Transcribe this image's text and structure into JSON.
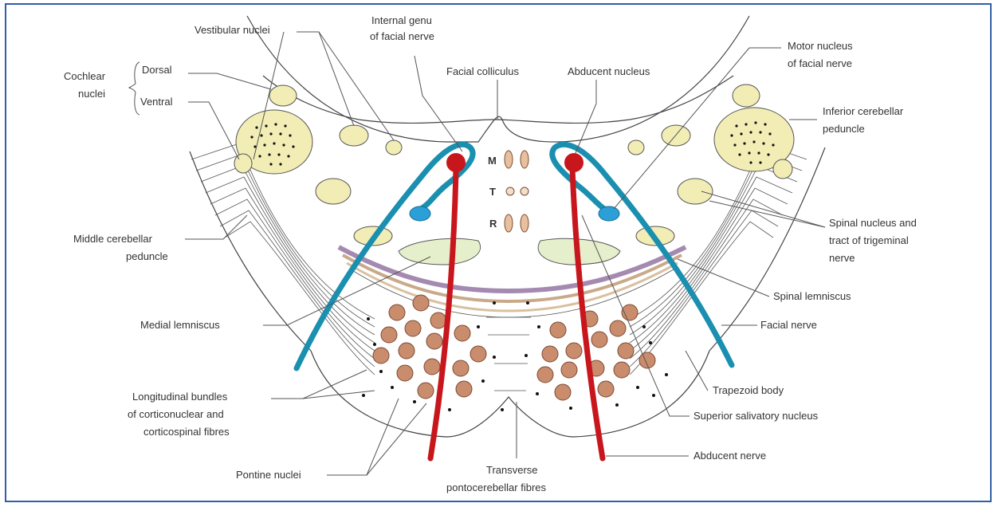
{
  "labels": {
    "vestibular_nuclei": "Vestibular nuclei",
    "internal_genu_1": "Internal genu",
    "internal_genu_2": "of facial nerve",
    "motor_nucleus_1": "Motor nucleus",
    "motor_nucleus_2": "of facial nerve",
    "cochlear_1": "Cochlear",
    "cochlear_2": "nuclei",
    "dorsal": "Dorsal",
    "ventral": "Ventral",
    "facial_colliculus": "Facial colliculus",
    "abducent_nucleus": "Abducent nucleus",
    "inferior_cerebellar_1": "Inferior cerebellar",
    "inferior_cerebellar_2": "peduncle",
    "spinal_nucleus_1": "Spinal nucleus and",
    "spinal_nucleus_2": "tract of trigeminal",
    "spinal_nucleus_3": "nerve",
    "middle_cerebellar_1": "Middle cerebellar",
    "middle_cerebellar_2": "peduncle",
    "spinal_lemniscus": "Spinal lemniscus",
    "medial_lemniscus": "Medial lemniscus",
    "facial_nerve": "Facial nerve",
    "trapezoid_body": "Trapezoid body",
    "longitudinal_1": "Longitudinal bundles",
    "longitudinal_2": "of corticonuclear and",
    "longitudinal_3": "corticospinal fibres",
    "superior_salivatory": "Superior salivatory nucleus",
    "pontine_nuclei": "Pontine nuclei",
    "transverse_1": "Transverse",
    "transverse_2": "pontocerebellar fibres",
    "abducent_nerve": "Abducent nerve",
    "m": "M",
    "t": "T",
    "r": "R"
  },
  "colors": {
    "facial_nerve": "#1a8fb0",
    "abducent": "#c8161d",
    "motor_nucleus": "#2a9fd8",
    "nucleus_fill": "#f2edb5",
    "lemniscus_fill": "#e6efcc",
    "pontine_fill": "#c98c6c",
    "border": "#2f5fa8"
  }
}
